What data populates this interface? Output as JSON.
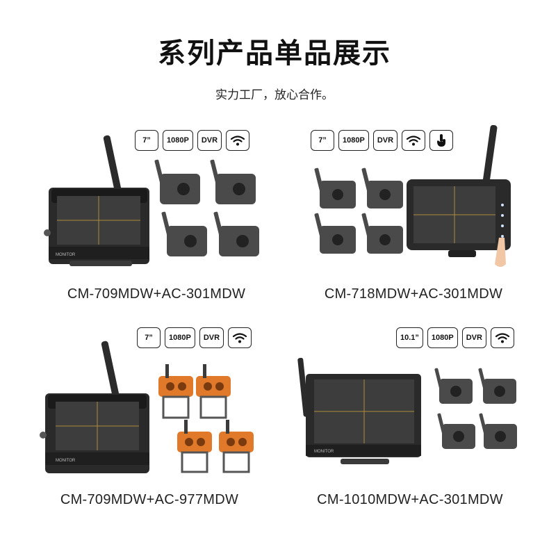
{
  "header": {
    "title": "系列产品单品展示",
    "subtitle": "实力工厂，放心合作。"
  },
  "products": [
    {
      "model": "CM-709MDW+AC-301MDW",
      "badges": [
        "7”",
        "1080P",
        "DVR",
        "wifi-icon"
      ],
      "monitor_label": "MONITOR",
      "camera_color": "#4a4a4a",
      "camera_count": 4
    },
    {
      "model": "CM-718MDW+AC-301MDW",
      "badges": [
        "7”",
        "1080P",
        "DVR",
        "wifi-icon",
        "touch-icon"
      ],
      "camera_color": "#4a4a4a",
      "camera_count": 4
    },
    {
      "model": "CM-709MDW+AC-977MDW",
      "badges": [
        "7”",
        "1080P",
        "DVR",
        "wifi-icon"
      ],
      "monitor_label": "MONITOR",
      "camera_color": "#e07a2a",
      "camera_count": 4
    },
    {
      "model": "CM-1010MDW+AC-301MDW",
      "badges": [
        "10.1”",
        "1080P",
        "DVR",
        "wifi-icon"
      ],
      "monitor_label": "MONITOR",
      "camera_color": "#4a4a4a",
      "camera_count": 4
    }
  ]
}
